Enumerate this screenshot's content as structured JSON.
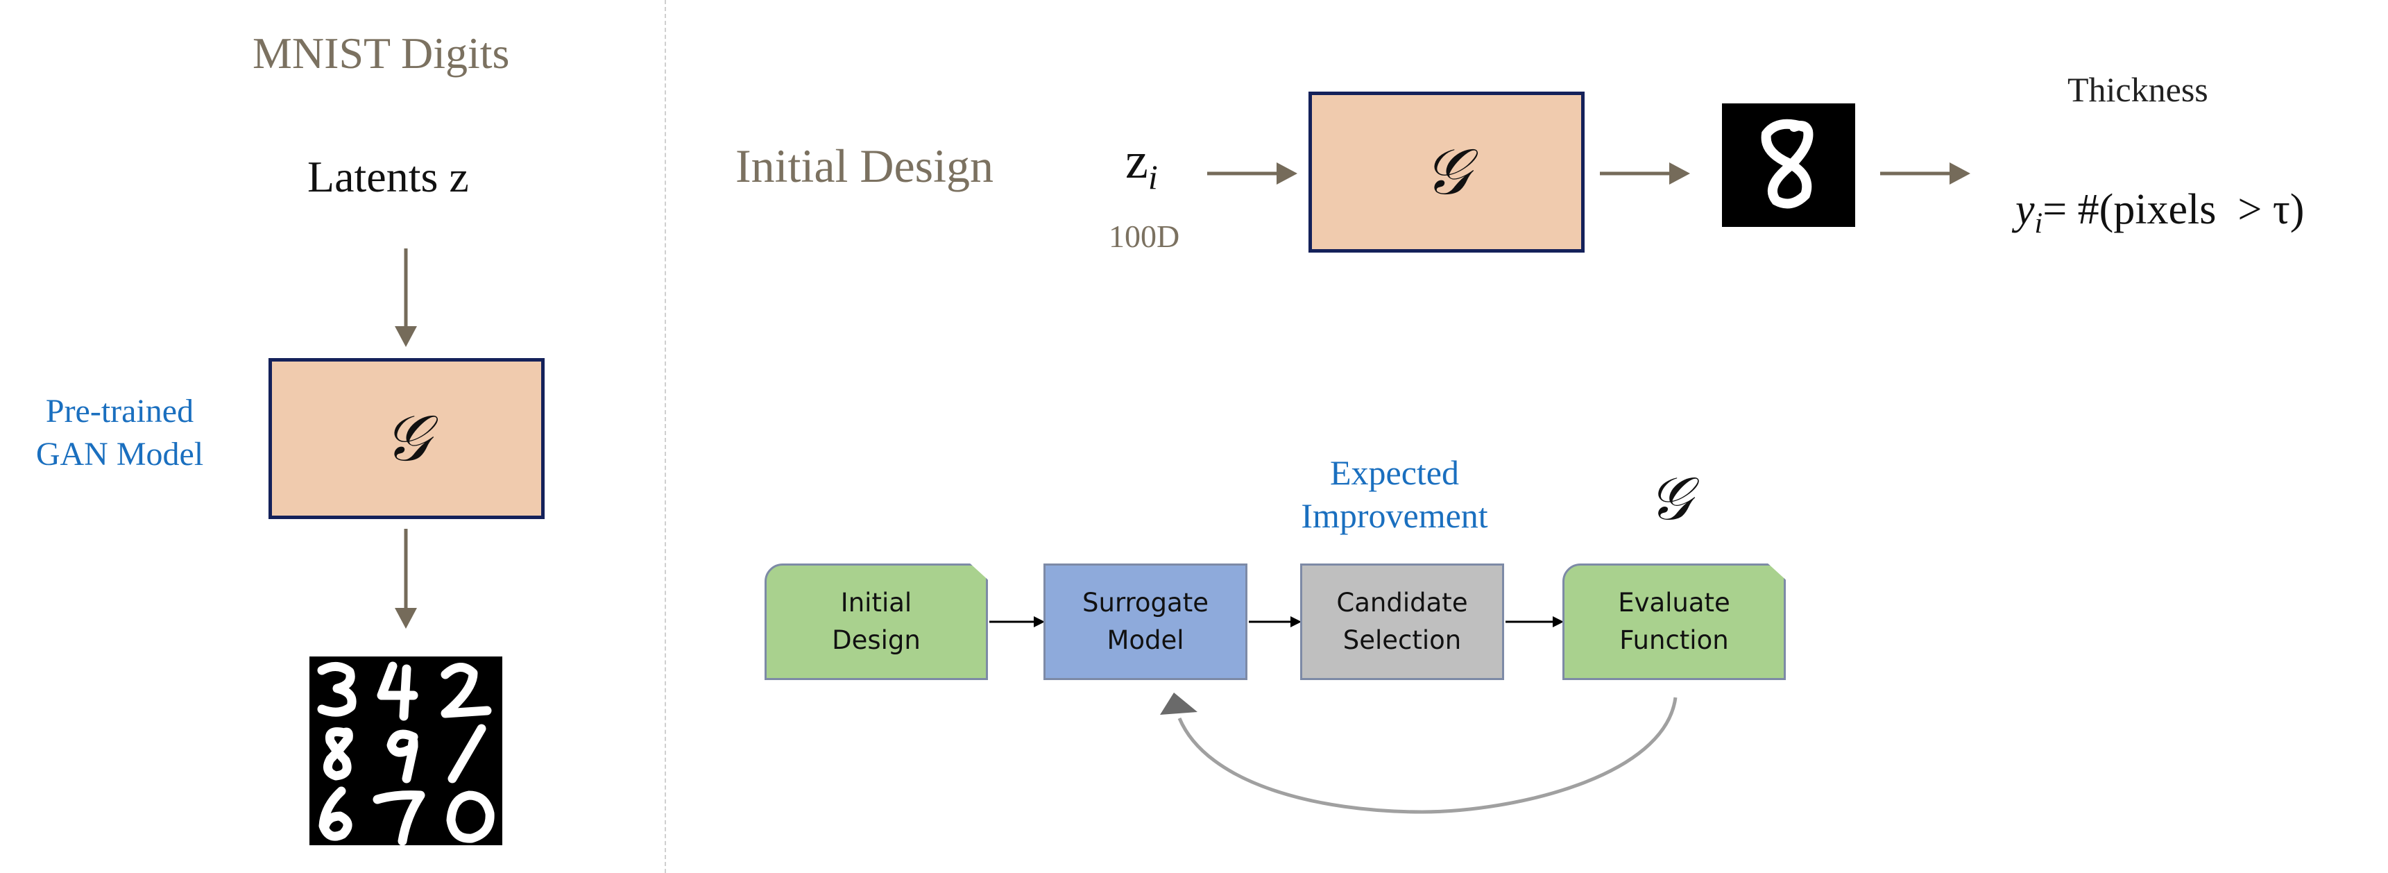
{
  "left_panel": {
    "title": "MNIST Digits",
    "latents_label": "Latents z",
    "model_label_line1": "Pre-trained",
    "model_label_line2": "GAN Model",
    "generator_symbol": "𝒢",
    "sample_digits": [
      "3",
      "4",
      "2",
      "8",
      "9",
      "1",
      "6",
      "7",
      "0"
    ]
  },
  "right_top": {
    "initial_design_label": "Initial Design",
    "latent_symbol": "z",
    "latent_subscript": "i",
    "latent_dim": "100D",
    "generator_symbol": "𝒢",
    "generated_digit": "8",
    "metric_title": "Thickness",
    "metric_formula_lhs": "y",
    "metric_formula_sub": "i",
    "metric_formula_rhs": "= #(pixels  > τ)"
  },
  "flowchart": {
    "acquisition_line1": "Expected",
    "acquisition_line2": "Improvement",
    "evaluator_symbol": "𝒢",
    "steps": [
      {
        "label": "Initial\nDesign",
        "color": "#a9d18e"
      },
      {
        "label": "Surrogate\nModel",
        "color": "#8eaadb"
      },
      {
        "label": "Candidate\nSelection",
        "color": "#bfbfbf"
      },
      {
        "label": "Evaluate\nFunction",
        "color": "#a9d18e"
      }
    ]
  },
  "colors": {
    "accent_tan": "#7b7160",
    "accent_blue": "#1a6fbf",
    "generator_fill": "#f0cbae",
    "generator_border": "#14215a"
  }
}
